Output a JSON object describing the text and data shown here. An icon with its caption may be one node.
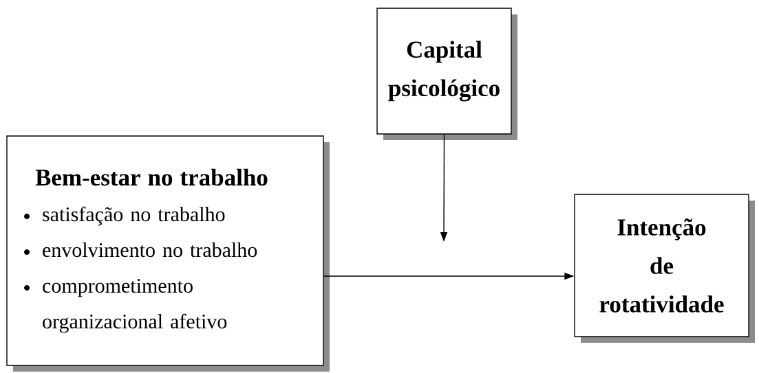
{
  "diagram": {
    "nodes": [
      {
        "text": [
          "Capital psicológico"
        ]
      },
      {
        "text": [
          "Bem-estar no trabalho",
          "satisfação no trabalho",
          "envolvimento no trabalho",
          "comprometimento organizacional afetivo"
        ]
      },
      {
        "text": [
          "Intenção de rotatividade"
        ]
      }
    ],
    "edges": [
      {
        "from": 1,
        "to": 2,
        "arrow": "to"
      },
      {
        "from": 0,
        "to": null,
        "arrow": "to"
      }
    ]
  }
}
